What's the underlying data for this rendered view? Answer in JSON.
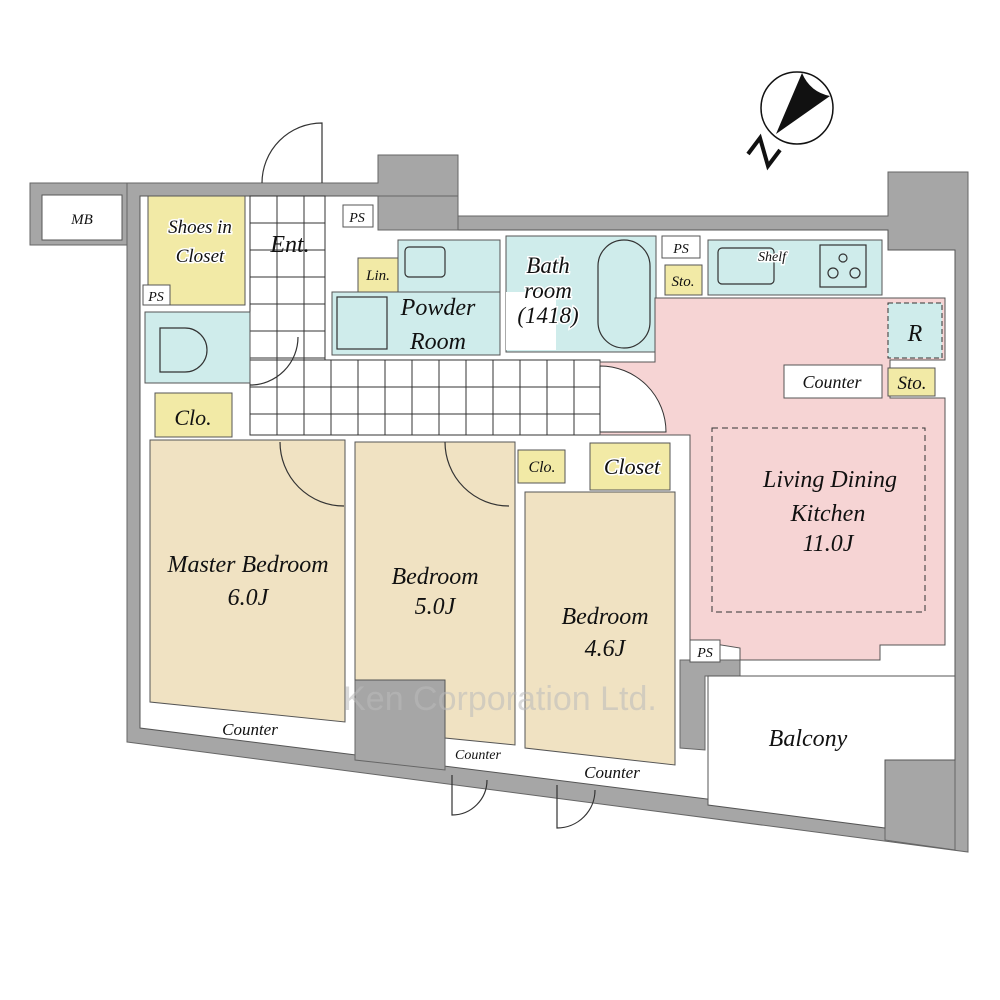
{
  "colors": {
    "wall": "#a6a6a6",
    "storage": "#f2eaa6",
    "wet": "#cfeceb",
    "living": "#f6d4d4",
    "bedroom": "#f0e2c2"
  },
  "compass": {
    "north_label": "N"
  },
  "labels": {
    "mb": "MB",
    "shoes_in_closet": [
      "Shoes in",
      "Closet"
    ],
    "entrance": "Ent.",
    "ps": "PS",
    "shelf": "Shelf",
    "linen": "Lin.",
    "powder_room": [
      "Powder",
      "Room"
    ],
    "bathroom": [
      "Bath",
      "room",
      "(1418)"
    ],
    "storage": "Sto.",
    "refrigerator": "R",
    "counter": "Counter",
    "closet_short": "Clo.",
    "closet": "Closet",
    "ldk": [
      "Living Dining",
      "Kitchen",
      "11.0J"
    ],
    "master_bedroom": [
      "Master Bedroom",
      "6.0J"
    ],
    "bedroom2": [
      "Bedroom",
      "5.0J"
    ],
    "bedroom3": [
      "Bedroom",
      "4.6J"
    ],
    "balcony": "Balcony"
  },
  "watermark": "Ken Corporation Ltd."
}
